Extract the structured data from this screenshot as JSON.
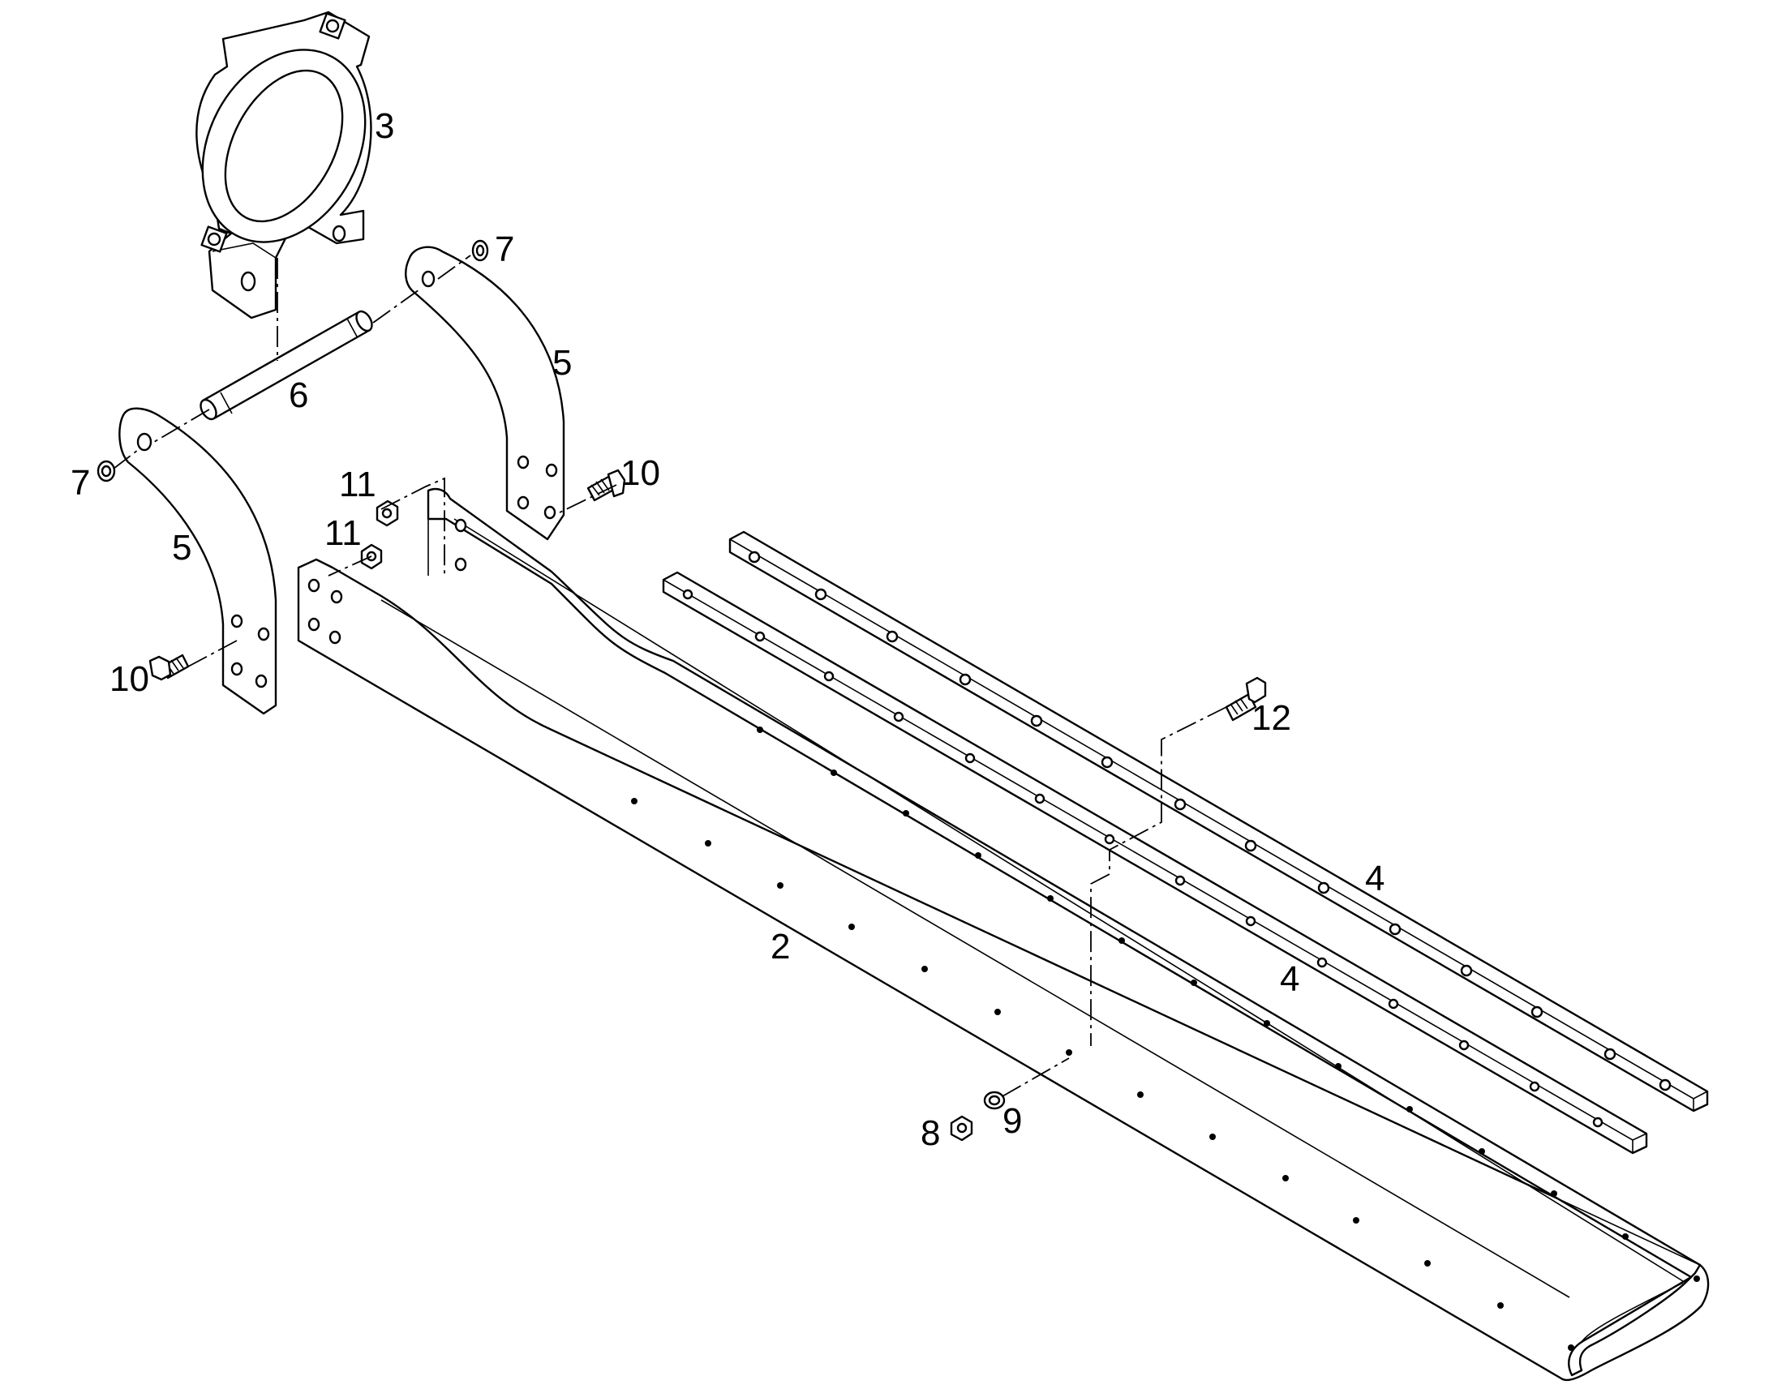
{
  "callouts": {
    "c2": "2",
    "c3": "3",
    "c4a": "4",
    "c4b": "4",
    "c5a": "5",
    "c5b": "5",
    "c6": "6",
    "c7a": "7",
    "c7b": "7",
    "c8": "8",
    "c9": "9",
    "c10a": "10",
    "c10b": "10",
    "c11a": "11",
    "c11b": "11",
    "c12": "12"
  },
  "colors": {
    "line": "#000000",
    "background": "#ffffff"
  }
}
